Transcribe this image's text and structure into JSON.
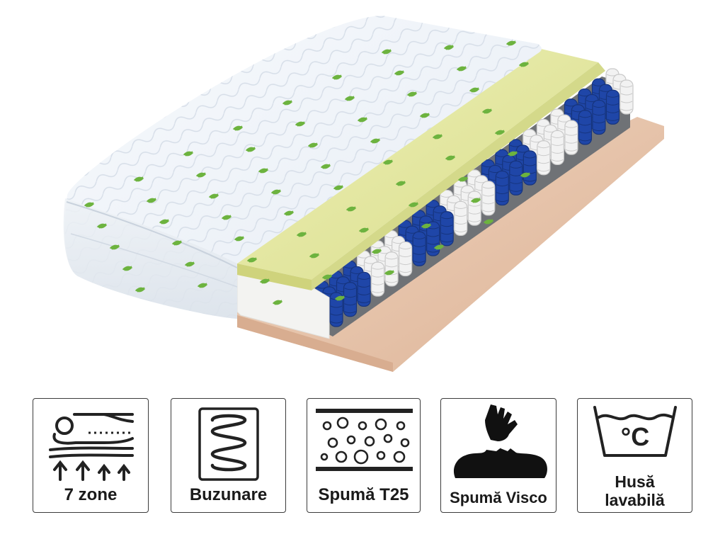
{
  "features": [
    {
      "label": "7 zone",
      "icon": "zones-body-arrows-icon"
    },
    {
      "label": "Buzunare",
      "icon": "pocket-spring-icon"
    },
    {
      "label": "Spumă T25",
      "icon": "foam-bubbles-icon"
    },
    {
      "label": "Spumă Visco",
      "icon": "visco-hand-imprint-icon"
    },
    {
      "label_line1": "Husă",
      "label_line2": "lavabilă",
      "icon": "wash-basin-icon"
    }
  ],
  "icon_symbols": {
    "wash_temperature": "°C"
  },
  "colors": {
    "card_border": "#3b3b3b",
    "icon_stroke": "#222222",
    "cover": "#eef3f8",
    "leaf": "#6db33f",
    "visco_layer": "#e3e79e",
    "spring_blue": "#1f46a8",
    "spring_white": "#f2f2f2",
    "base_foam": "#e8c6ad"
  }
}
